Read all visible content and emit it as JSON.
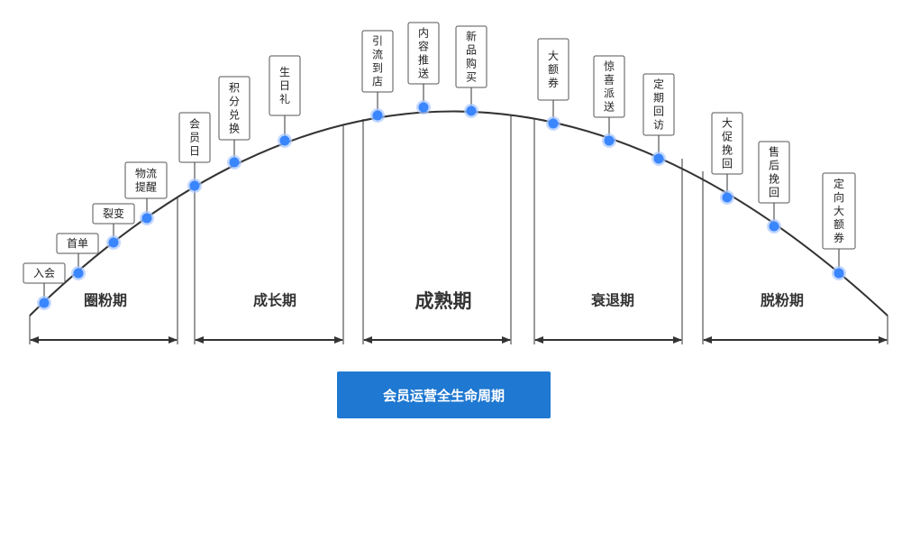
{
  "phases": [
    {
      "label": "圈粉期",
      "emphasis": false
    },
    {
      "label": "成长期",
      "emphasis": false
    },
    {
      "label": "成熟期",
      "emphasis": true
    },
    {
      "label": "衰退期",
      "emphasis": false
    },
    {
      "label": "脱粉期",
      "emphasis": false
    }
  ],
  "touchpoints": [
    {
      "label": "入会",
      "orientation": "horizontal"
    },
    {
      "label": "首单",
      "orientation": "horizontal"
    },
    {
      "label": "裂变",
      "orientation": "horizontal"
    },
    {
      "label": "物流\n提醒",
      "orientation": "horizontal"
    },
    {
      "label": "会员日",
      "orientation": "vertical"
    },
    {
      "label": "积分兑换",
      "orientation": "vertical"
    },
    {
      "label": "生日礼",
      "orientation": "vertical"
    },
    {
      "label": "引流到店",
      "orientation": "vertical"
    },
    {
      "label": "内容推送",
      "orientation": "vertical"
    },
    {
      "label": "新品购买",
      "orientation": "vertical"
    },
    {
      "label": "大额券",
      "orientation": "vertical"
    },
    {
      "label": "惊喜派送",
      "orientation": "vertical"
    },
    {
      "label": "定期回访",
      "orientation": "vertical"
    },
    {
      "label": "大促挽回",
      "orientation": "vertical"
    },
    {
      "label": "售后挽回",
      "orientation": "vertical"
    },
    {
      "label": "定向大额券",
      "orientation": "vertical"
    }
  ],
  "cta": {
    "label": "会员运营全生命周期"
  },
  "colors": {
    "curve": "#333333",
    "dot": "#3a86ff",
    "dot_halo": "#a9c8ff",
    "cta": "#1f78d1"
  }
}
